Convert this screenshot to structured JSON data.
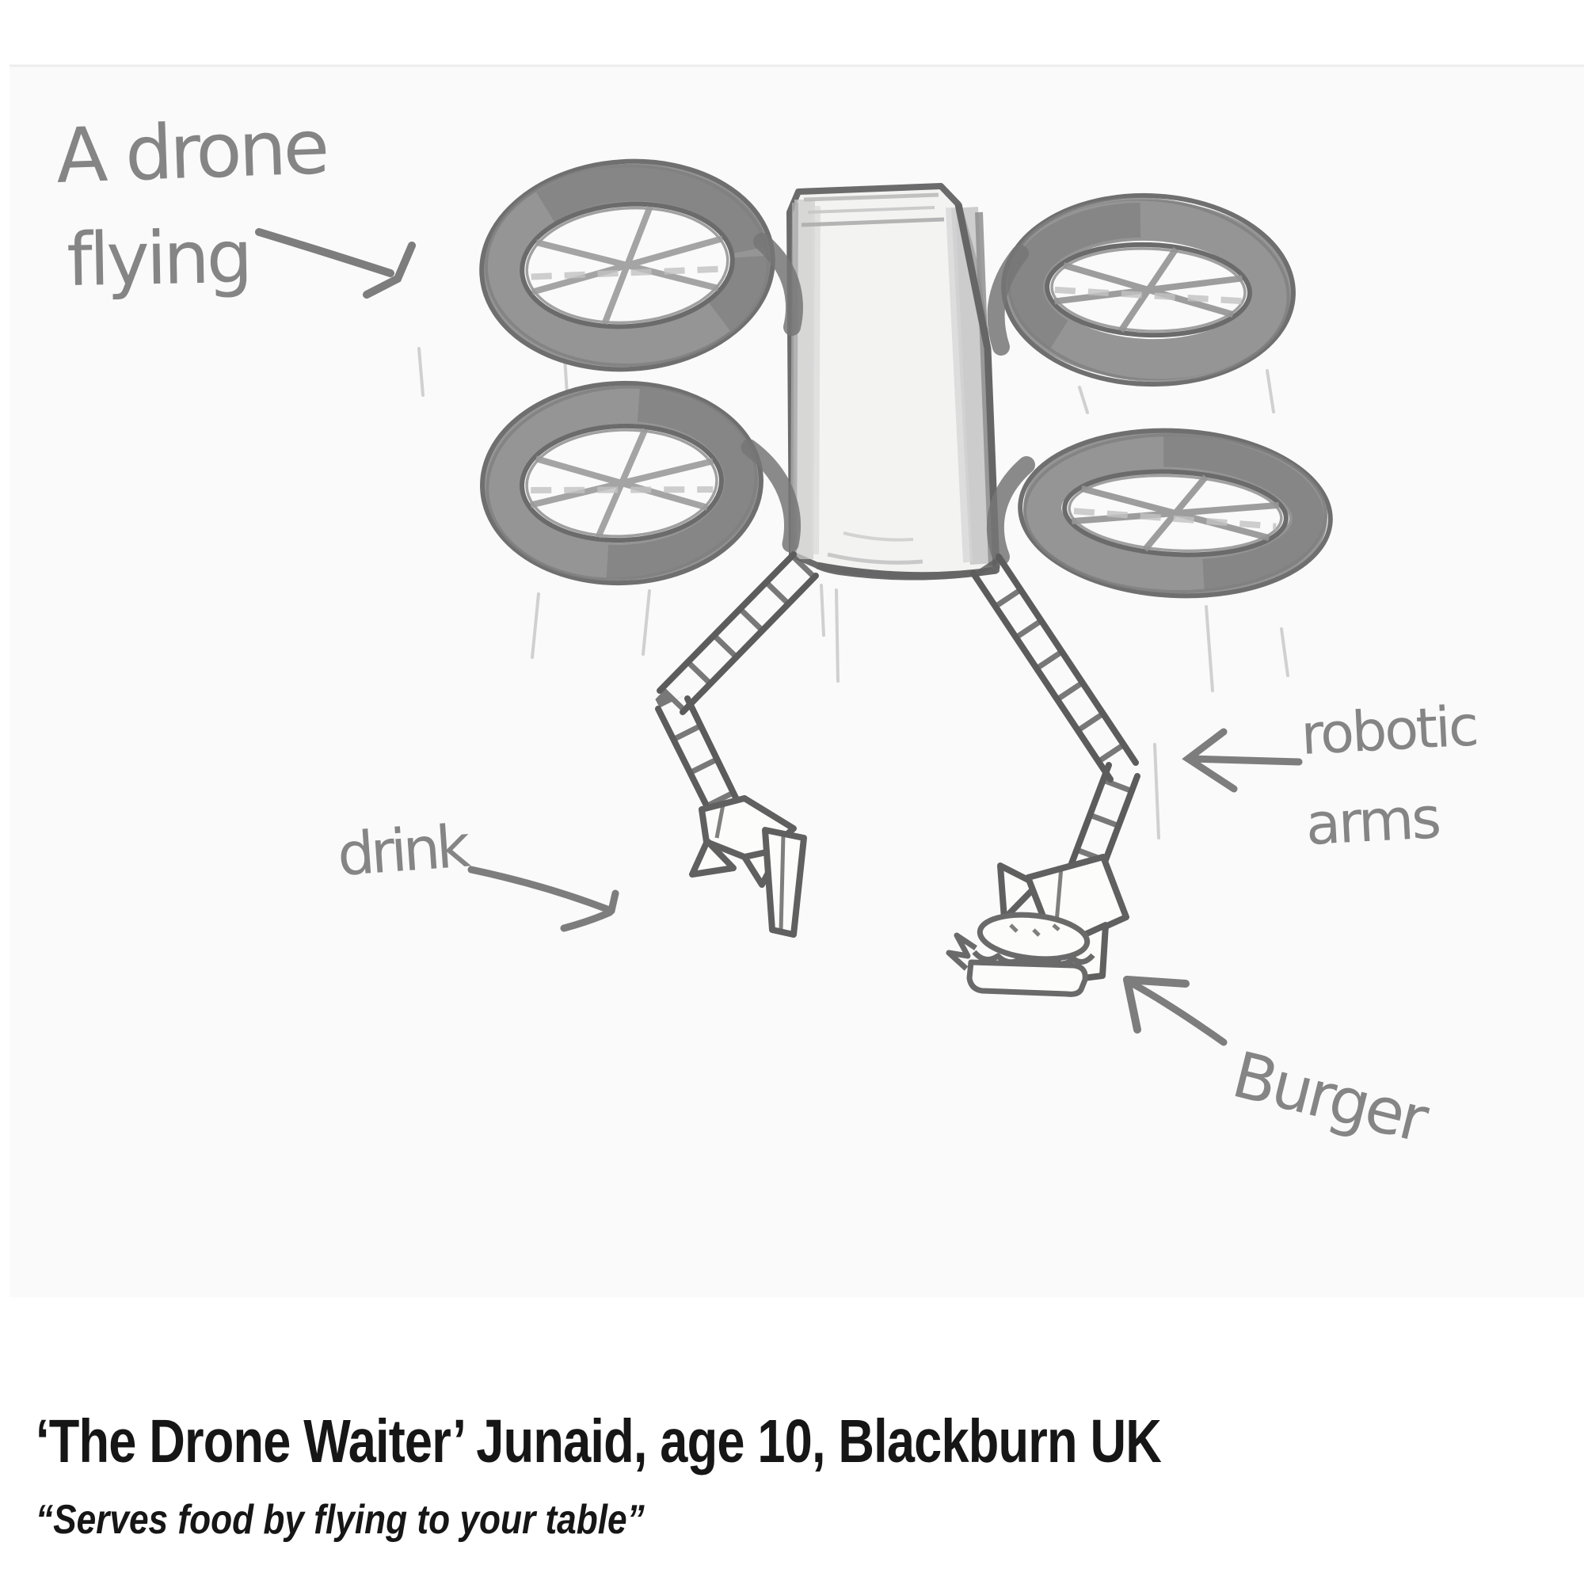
{
  "page": {
    "background": "#ffffff",
    "paper_tint": "#fafafa"
  },
  "pencil": {
    "dark": "#5e5e5e",
    "mid": "#7a7a7a",
    "light": "#9c9c9c",
    "faint": "#d2d2d2"
  },
  "annotations": {
    "drone": {
      "line1": "A drone",
      "line2": "flying"
    },
    "drink": {
      "text": "drink"
    },
    "robotic_arms": {
      "line1": "robotic",
      "line2": "arms"
    },
    "burger": {
      "text": "Burger"
    }
  },
  "caption": {
    "title": "‘The Drone Waiter’ Junaid, age 10, Blackburn UK",
    "subtitle": "“Serves food by flying to your table”"
  }
}
